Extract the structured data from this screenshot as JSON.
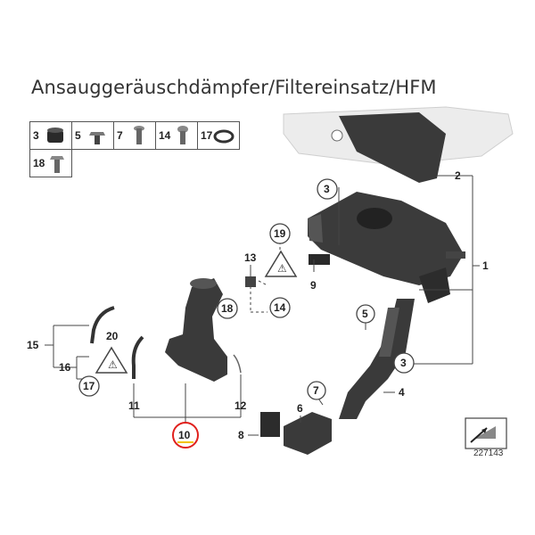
{
  "title": "Ansauggeräuschdämpfer/Filtereinsatz/HFM",
  "legend": {
    "row1": [
      "3",
      "5",
      "7",
      "14",
      "17"
    ],
    "row2": [
      "18"
    ]
  },
  "callouts": {
    "c1": "1",
    "c2": "2",
    "c3a": "3",
    "c3b": "3",
    "c4": "4",
    "c5": "5",
    "c6": "6",
    "c7": "7",
    "c8": "8",
    "c9": "9",
    "c10": "10",
    "c11": "11",
    "c12": "12",
    "c13": "13",
    "c14": "14",
    "c15": "15",
    "c16": "16",
    "c17": "17",
    "c18": "18",
    "c19": "19",
    "c20": "20"
  },
  "highlight_color": "#e0201c",
  "underline_color": "#f2c200",
  "reference_number": "227143"
}
